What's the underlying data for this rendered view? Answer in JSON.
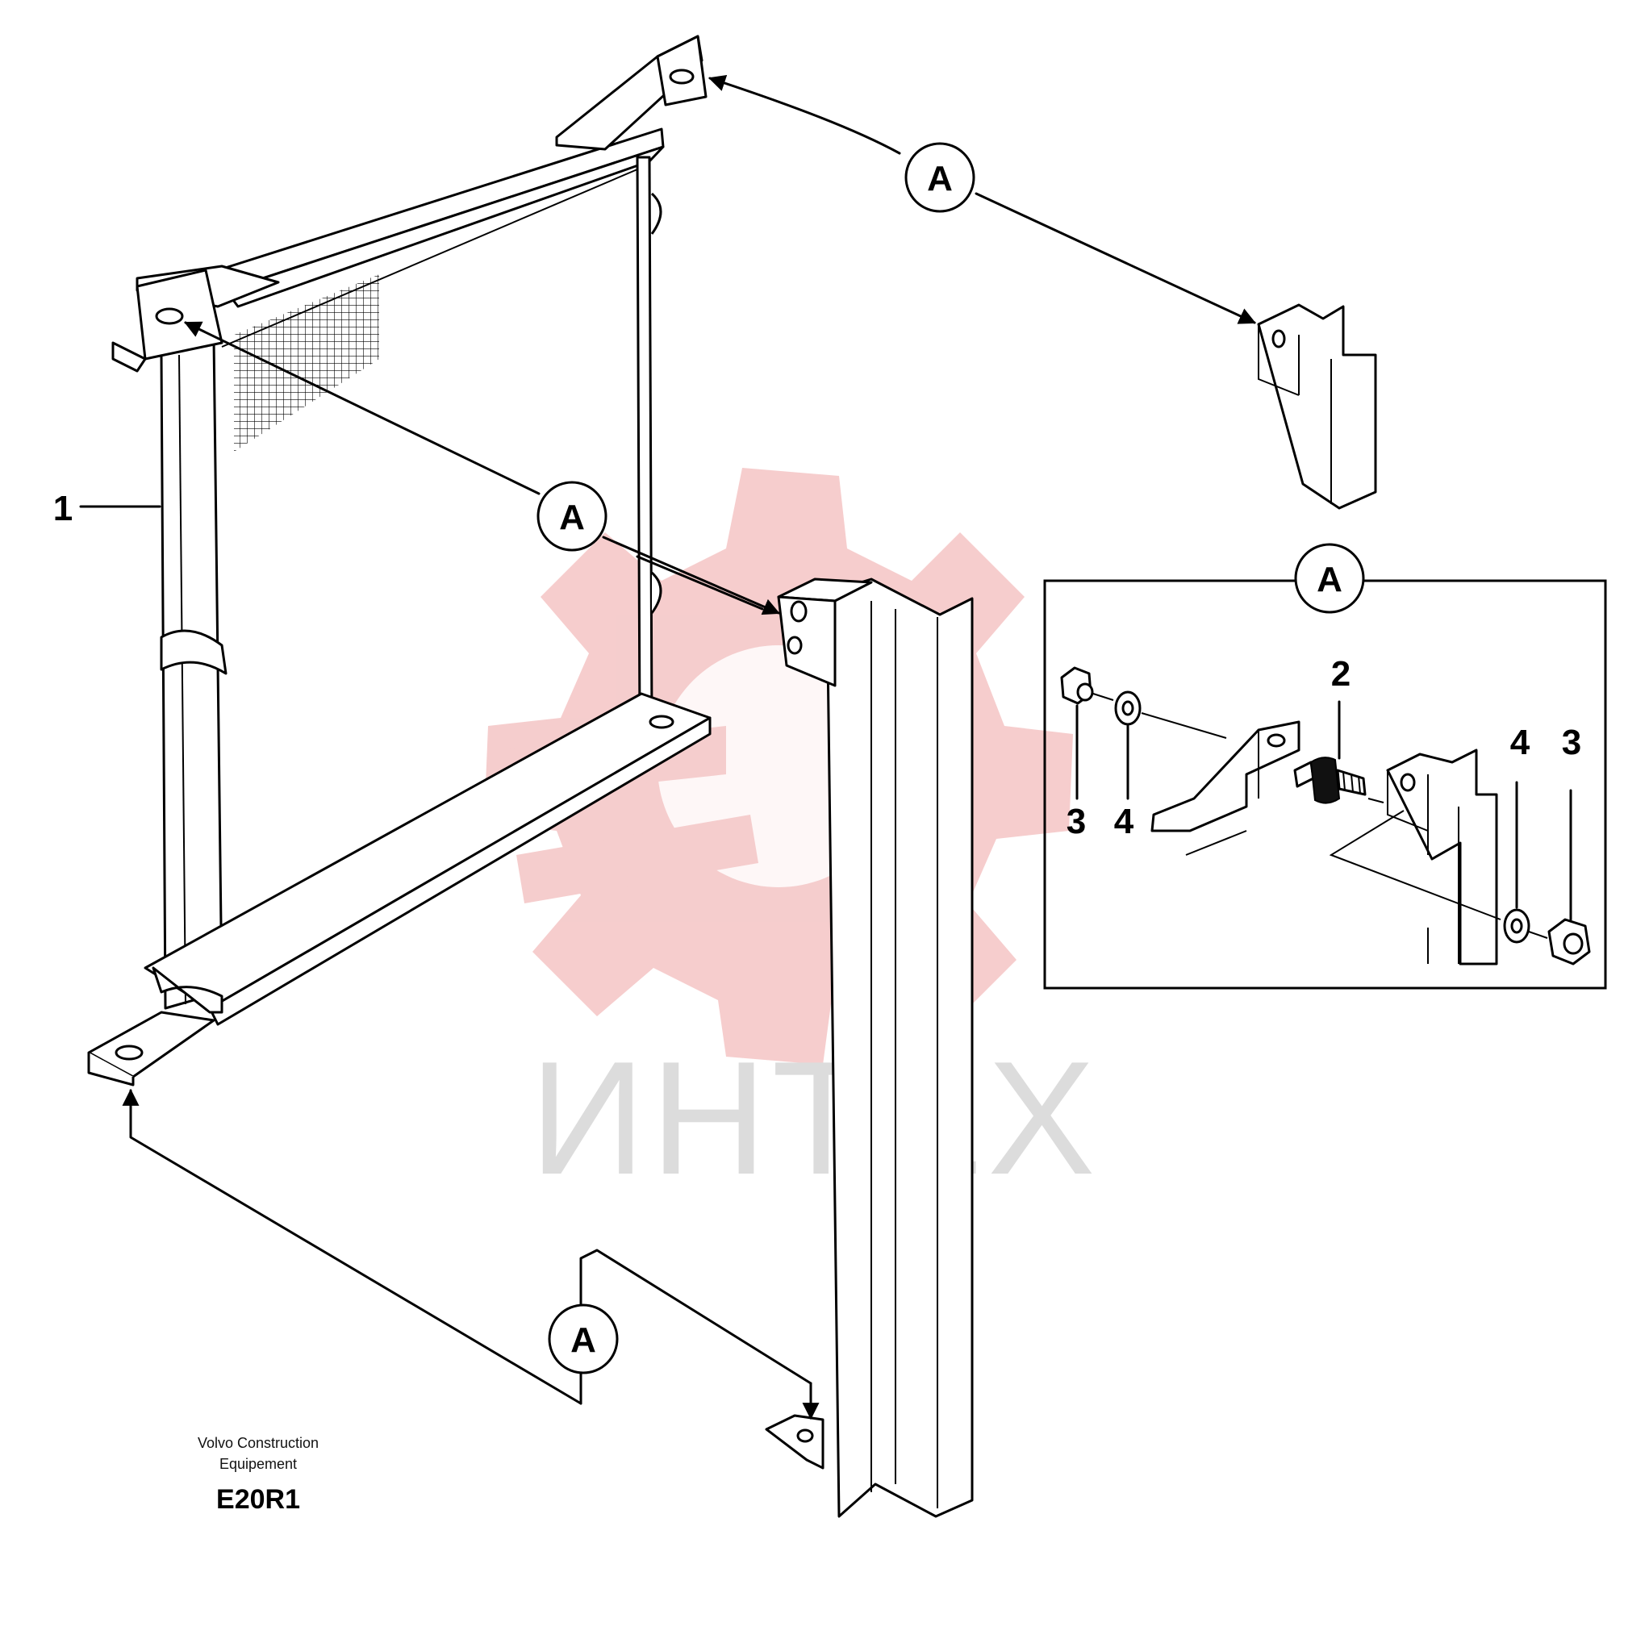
{
  "callout_letter": "A",
  "part_numbers": {
    "radiator": "1",
    "damper": "2",
    "nut_left": "3",
    "nut_right": "3",
    "washer_left": "4",
    "washer_right": "4"
  },
  "watermark": {
    "text": "ИНТЕХ",
    "gear_color": "#f5c8c8",
    "text_color": "#dcdcdc"
  },
  "footer": {
    "line1": "Volvo Construction",
    "line2": "Equipement",
    "code": "E20R1"
  }
}
